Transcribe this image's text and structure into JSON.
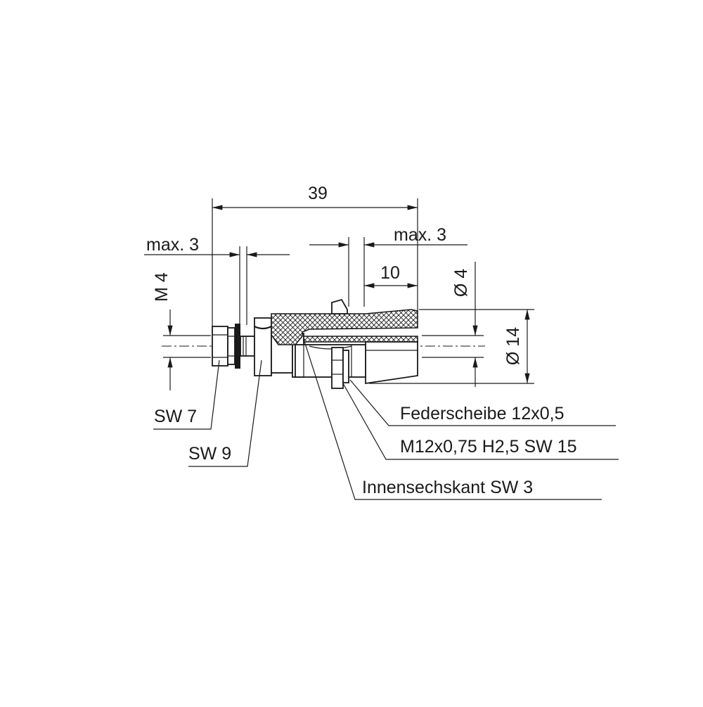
{
  "dimensions": {
    "overall_length": "39",
    "max_left": "max. 3",
    "max_right": "max. 3",
    "length_10": "10",
    "thread_m4": "M 4",
    "dia_4": "Ø 4",
    "dia_14": "Ø 14"
  },
  "callouts": {
    "sw7": "SW 7",
    "sw9": "SW 9",
    "federscheibe": "Federscheibe 12x0,5",
    "thread": "M12x0,75 H2,5 SW 15",
    "innensechskant": "Innensechskant SW 3"
  }
}
